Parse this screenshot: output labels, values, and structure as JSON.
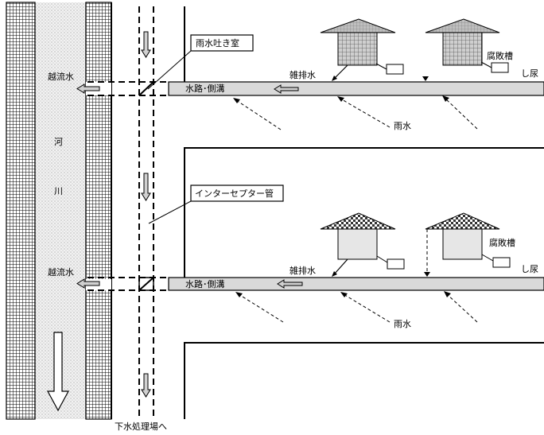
{
  "labels": {
    "river_char_1": "河",
    "river_char_2": "川",
    "overflow_top": "越流水",
    "overflow_bottom": "越流水",
    "rain_chamber": "雨水吐き室",
    "interceptor": "インターセプター管",
    "channel_top": "水路･側溝",
    "channel_bottom": "水路･側溝",
    "graywater_top": "雑排水",
    "graywater_bottom": "雑排水",
    "septic_top": "腐敗槽",
    "septic_bottom": "腐敗槽",
    "nightsoil_top": "し尿",
    "nightsoil_bottom": "し尿",
    "rain_top": "雨水",
    "rain_bottom": "雨水",
    "to_treatment": "下水処理場へ"
  },
  "colors": {
    "line": "#000000",
    "channel_fill": "#d9d9d9",
    "river_fill": "#efefef",
    "wall_fill": "#ffffff",
    "house_fill": "#e6e6e6"
  }
}
